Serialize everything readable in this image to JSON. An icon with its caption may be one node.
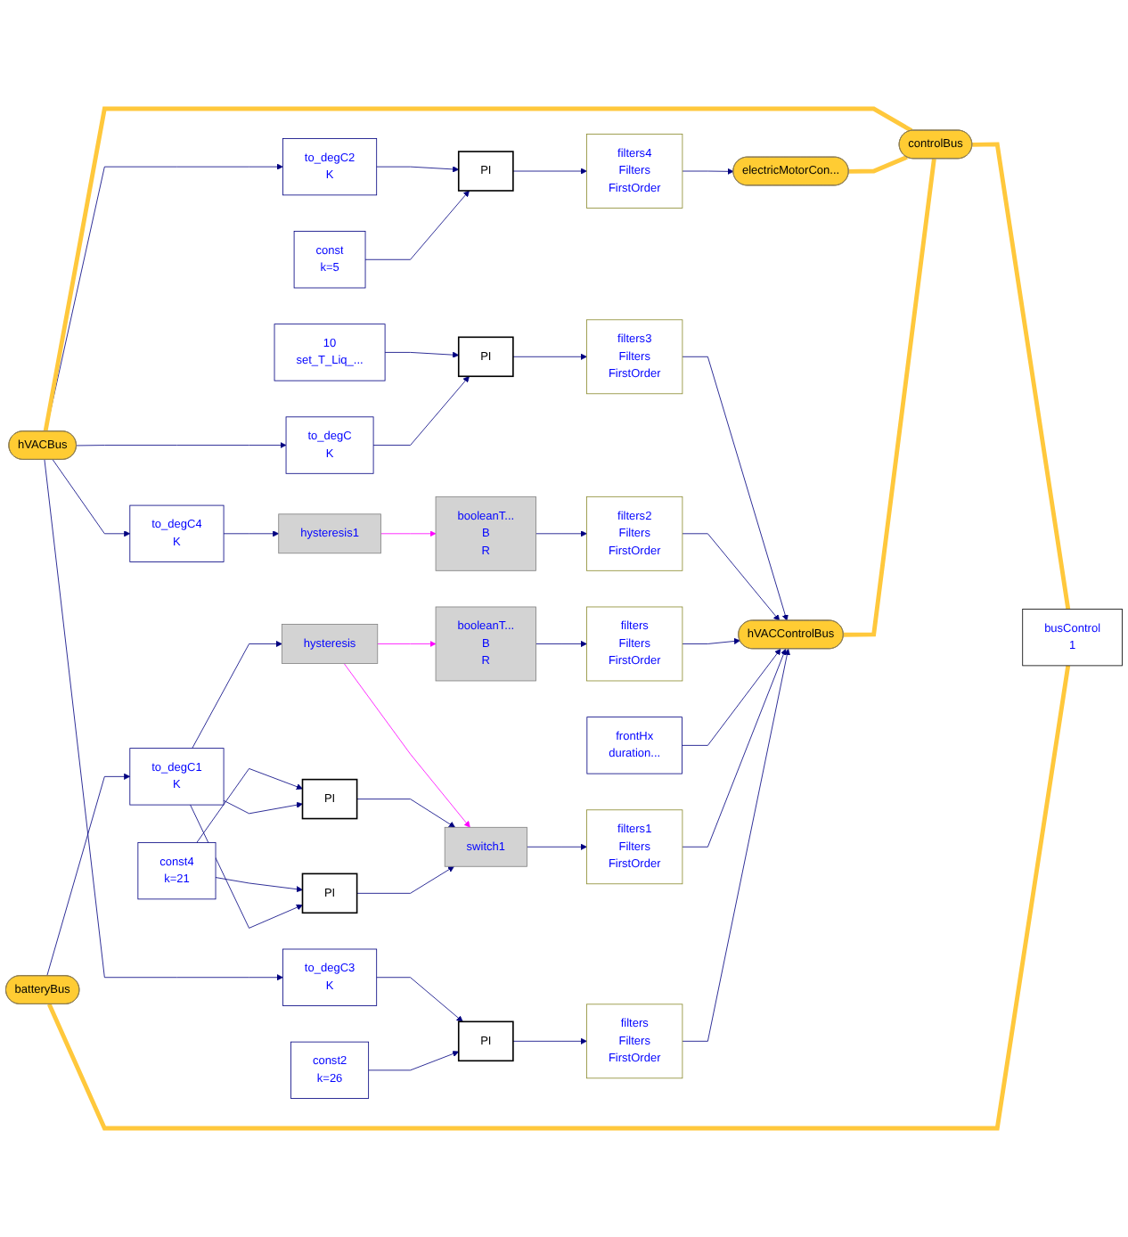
{
  "diagram": {
    "nodes": [
      {
        "text": [
          "to_degC4",
          "K"
        ]
      },
      {
        "text": [
          "to_degC1",
          "K"
        ]
      },
      {
        "text": [
          "10",
          "set_T_Liq_..."
        ]
      },
      {
        "text": [
          "PI"
        ]
      },
      {
        "text": [
          "filters3",
          "Filters",
          "FirstOrder"
        ]
      },
      {
        "text": [
          "filters2",
          "Filters",
          "FirstOrder"
        ]
      },
      {
        "text": [
          "booleanT...",
          "B",
          "R"
        ]
      },
      {
        "text": [
          "hysteresis1"
        ]
      },
      {
        "text": [
          "filters",
          "Filters",
          "FirstOrder"
        ]
      },
      {
        "text": [
          "booleanT...",
          "B",
          "R"
        ]
      },
      {
        "text": [
          "hysteresis"
        ]
      },
      {
        "text": [
          "const4",
          "k=21"
        ]
      },
      {
        "text": [
          "frontHx",
          "duration..."
        ]
      },
      {
        "text": [
          "to_degC",
          "K"
        ]
      },
      {
        "text": [
          "PI"
        ]
      },
      {
        "text": [
          "PI"
        ]
      },
      {
        "text": [
          "switch1"
        ]
      },
      {
        "text": [
          "filters1",
          "Filters",
          "FirstOrder"
        ]
      },
      {
        "text": [
          "hVACBus"
        ]
      },
      {
        "text": [
          "hVACControlBus"
        ]
      },
      {
        "text": [
          "electricMotorCon..."
        ]
      },
      {
        "text": [
          "filters",
          "Filters",
          "FirstOrder"
        ]
      },
      {
        "text": [
          "batteryBus"
        ]
      },
      {
        "text": [
          "to_degC3",
          "K"
        ]
      },
      {
        "text": [
          "PI"
        ]
      },
      {
        "text": [
          "const2",
          "k=26"
        ]
      },
      {
        "text": [
          "to_degC2",
          "K"
        ]
      },
      {
        "text": [
          "PI"
        ]
      },
      {
        "text": [
          "filters4",
          "Filters",
          "FirstOrder"
        ]
      },
      {
        "text": [
          "const",
          "k=5"
        ]
      },
      {
        "text": [
          "controlBus"
        ]
      },
      {
        "text": [
          "busControl",
          "1"
        ]
      }
    ],
    "edges": [
      {
        "from": 18,
        "to": 0,
        "arrow": "to"
      },
      {
        "from": 22,
        "to": 1,
        "arrow": "to"
      },
      {
        "from": 2,
        "to": 3,
        "arrow": "to"
      },
      {
        "from": 13,
        "to": 3,
        "arrow": "to"
      },
      {
        "from": 3,
        "to": 4,
        "arrow": "to"
      },
      {
        "from": 4,
        "to": 19,
        "arrow": "to"
      },
      {
        "from": 0,
        "to": 7,
        "arrow": "to"
      },
      {
        "from": 7,
        "to": 6,
        "arrow": "to",
        "color": "#ff00ff"
      },
      {
        "from": 6,
        "to": 5,
        "arrow": "to"
      },
      {
        "from": 5,
        "to": 19,
        "arrow": "to"
      },
      {
        "from": 1,
        "to": 10,
        "arrow": "to"
      },
      {
        "from": 10,
        "to": 9,
        "arrow": "to",
        "color": "#ff00ff"
      },
      {
        "from": 9,
        "to": 8,
        "arrow": "to"
      },
      {
        "from": 8,
        "to": 19,
        "arrow": "to"
      },
      {
        "from": 10,
        "to": 16,
        "arrow": "to",
        "color": "#ff00ff"
      },
      {
        "from": 11,
        "to": 14,
        "arrow": "to"
      },
      {
        "from": 11,
        "to": 15,
        "arrow": "to"
      },
      {
        "from": 1,
        "to": 14,
        "arrow": "to"
      },
      {
        "from": 1,
        "to": 15,
        "arrow": "to"
      },
      {
        "from": 12,
        "to": 19,
        "arrow": "to"
      },
      {
        "from": 18,
        "to": 13,
        "arrow": "to"
      },
      {
        "from": 14,
        "to": 16,
        "arrow": "to"
      },
      {
        "from": 15,
        "to": 16,
        "arrow": "to"
      },
      {
        "from": 16,
        "to": 17,
        "arrow": "to"
      },
      {
        "from": 17,
        "to": 19,
        "arrow": "to"
      },
      {
        "from": 18,
        "to": 23,
        "arrow": "to"
      },
      {
        "from": 18,
        "to": 26,
        "arrow": "to"
      },
      {
        "from": 23,
        "to": 24,
        "arrow": "to"
      },
      {
        "from": 25,
        "to": 24,
        "arrow": "to"
      },
      {
        "from": 24,
        "to": 21,
        "arrow": "to"
      },
      {
        "from": 21,
        "to": 19,
        "arrow": "to"
      },
      {
        "from": 26,
        "to": 27,
        "arrow": "to"
      },
      {
        "from": 29,
        "to": 27,
        "arrow": "to"
      },
      {
        "from": 27,
        "to": 28,
        "arrow": "to"
      },
      {
        "from": 28,
        "to": 20,
        "arrow": "to"
      },
      {
        "from": 18,
        "to": 30,
        "arrow": "none",
        "style": "thick",
        "color": "#ffc83c"
      },
      {
        "from": 20,
        "to": 30,
        "arrow": "none",
        "style": "thick",
        "color": "#ffc83c"
      },
      {
        "from": 19,
        "to": 30,
        "arrow": "none",
        "style": "thick",
        "color": "#ffc83c"
      },
      {
        "from": 30,
        "to": 31,
        "arrow": "none",
        "style": "thick",
        "color": "#ffc83c"
      },
      {
        "from": 22,
        "to": 31,
        "arrow": "none",
        "style": "thick",
        "color": "#ffc83c"
      }
    ]
  }
}
